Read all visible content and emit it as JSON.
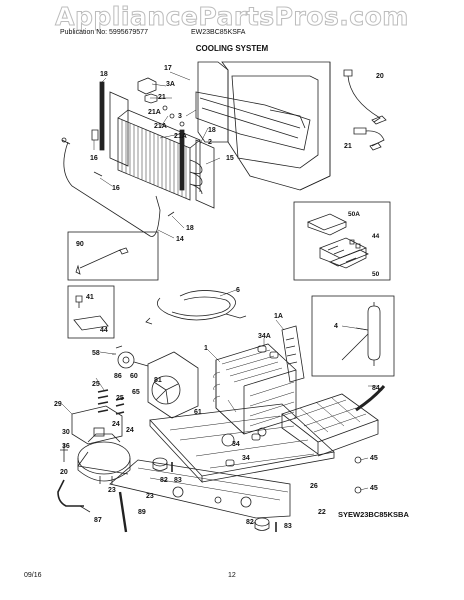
{
  "watermark": "AppliancePartsPros.com",
  "header": {
    "publication": "Publication No: 5995679577",
    "model": "EW23BC85KSFA"
  },
  "section_title": "COOLING SYSTEM",
  "diagram_code": "SYEW23BC85KSBA",
  "footer": {
    "date": "09/16",
    "page_number": "12"
  },
  "callouts": {
    "c1": "18",
    "c2": "17",
    "c3": "3A",
    "c4": "21",
    "c5": "3",
    "c6": "21A",
    "c7": "21A",
    "c8": "21A",
    "c9": "18",
    "c10": "2",
    "c11": "16",
    "c12": "15",
    "c13": "16",
    "c14": "18",
    "c15": "14",
    "c16": "20",
    "c17": "21",
    "c18": "90",
    "c19": "50A",
    "c20": "44",
    "c21": "50",
    "c22": "41",
    "c23": "44",
    "c24": "6",
    "c25": "1A",
    "c26": "34A",
    "c27": "4",
    "c28": "58",
    "c29": "1",
    "c30": "86",
    "c31": "60",
    "c32": "81",
    "c33": "25",
    "c34": "25",
    "c35": "65",
    "c36": "61",
    "c37": "84",
    "c38": "29",
    "c39": "24",
    "c40": "24",
    "c41": "30",
    "c42": "36",
    "c43": "20",
    "c44": "23",
    "c45": "23",
    "c46": "34",
    "c47": "34",
    "c48": "82",
    "c49": "83",
    "c50": "45",
    "c51": "26",
    "c52": "45",
    "c53": "87",
    "c54": "89",
    "c55": "82",
    "c56": "83",
    "c57": "22"
  }
}
